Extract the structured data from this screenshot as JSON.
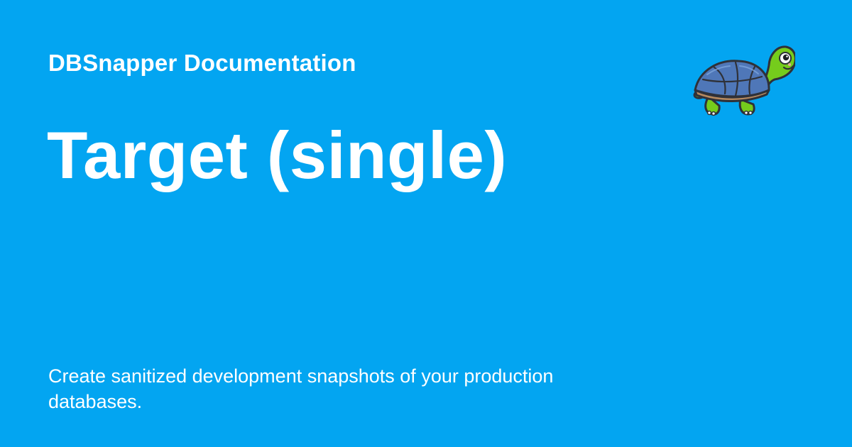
{
  "brand": {
    "site_name": "DBSnapper Documentation",
    "mascot_icon": "turtle-mascot-icon"
  },
  "page": {
    "title": "Target (single)",
    "description": "Create sanitized development snapshots of your production databases."
  },
  "colors": {
    "background": "#03a5f1",
    "text": "#ffffff",
    "turtle_skin": "#75cc1c",
    "turtle_shell": "#4f77b8",
    "shell_rim": "#b58960",
    "outline": "#2f3138"
  }
}
